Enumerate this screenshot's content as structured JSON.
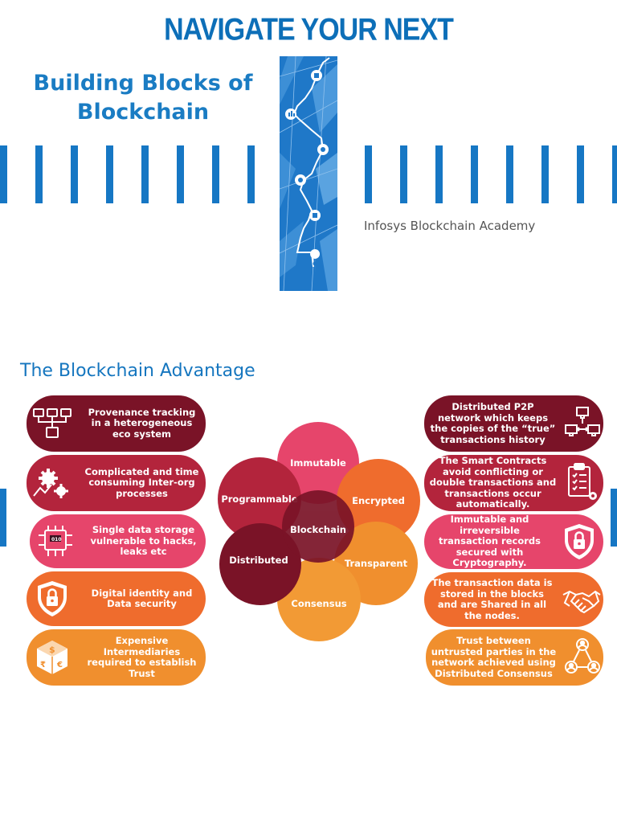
{
  "header": {
    "tagline": "NAVIGATE YOUR NEXT",
    "title_line1": "Building Blocks of",
    "title_line2": "Blockchain",
    "academy": "Infosys Blockchain Academy"
  },
  "section": {
    "title": "The Blockchain Advantage"
  },
  "problems": [
    {
      "text": "Provenance tracking in a heterogeneous eco system",
      "icon": "network-diagram-icon",
      "color": "#7a1327"
    },
    {
      "text": "Complicated and time consuming Inter-org processes",
      "icon": "gears-icon",
      "color": "#b3243c"
    },
    {
      "text": "Single data storage vulnerable to hacks, leaks etc",
      "icon": "hacked-chip-icon",
      "color": "#e6456b"
    },
    {
      "text": "Digital identity and Data security",
      "icon": "shield-lock-icon",
      "color": "#ef6c2d"
    },
    {
      "text": "Expensive Intermediaries required to establish Trust",
      "icon": "money-cube-icon",
      "color": "#f08f2e"
    }
  ],
  "solutions": [
    {
      "text": "Distributed P2P network which keeps the copies of the “true” transactions history",
      "icon": "p2p-network-icon",
      "color": "#7a1327"
    },
    {
      "text": "The Smart Contracts avoid conflicting or double transactions and transactions occur automatically.",
      "icon": "clipboard-checklist-icon",
      "color": "#b3243c"
    },
    {
      "text": "Immutable and irreversible transaction records secured with Cryptography.",
      "icon": "shield-lock-icon",
      "color": "#e6456b"
    },
    {
      "text": "The transaction data is stored in the blocks and are Shared in all the nodes.",
      "icon": "handshake-icon",
      "color": "#ef6c2d"
    },
    {
      "text": "Trust between untrusted parties in the network achieved using Distributed Consensus",
      "icon": "people-network-icon",
      "color": "#f08f2e"
    }
  ],
  "petals": {
    "center": "Blockchain",
    "immutable": "Immutable",
    "encrypted": "Encrypted",
    "transparent": "Transparent",
    "consensus": "Consensus",
    "distributed": "Distributed",
    "programmable": "Programmable"
  },
  "colors": {
    "brand_blue": "#1677c4",
    "maroon": "#7a1327",
    "crimson": "#b3243c",
    "pink": "#e6456b",
    "orange": "#ef6c2d",
    "light_orange": "#f08f2e"
  }
}
